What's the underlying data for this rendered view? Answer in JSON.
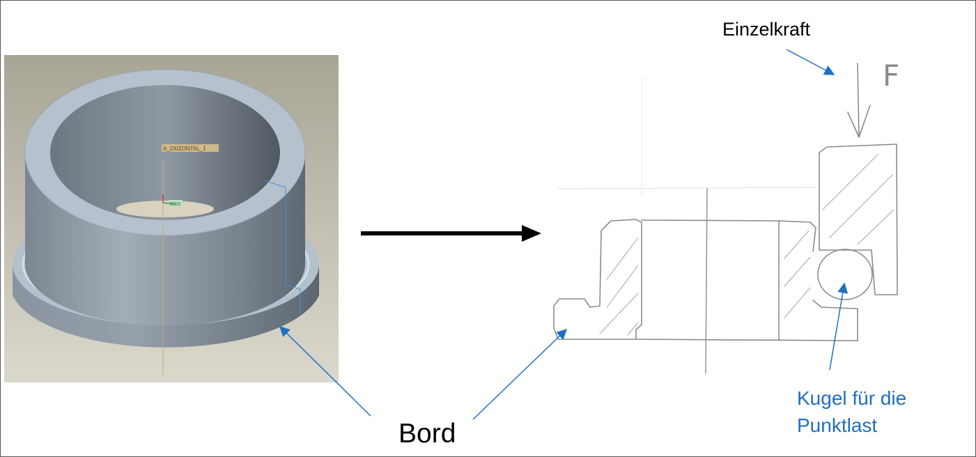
{
  "labels": {
    "force": "Einzelkraft",
    "flange": "Bord",
    "ball_line1": "Kugel für die",
    "ball_line2": "Punktlast",
    "force_symbol": "F",
    "cad_datum": "A_2XIZONTAL_1",
    "cad_csys": "CSO"
  },
  "colors": {
    "annotation_blue": "#1f6fc0",
    "cad_background": "#b7b4a6",
    "part_gray": "#8e9ba6",
    "pencil": "#8a8a8a"
  }
}
